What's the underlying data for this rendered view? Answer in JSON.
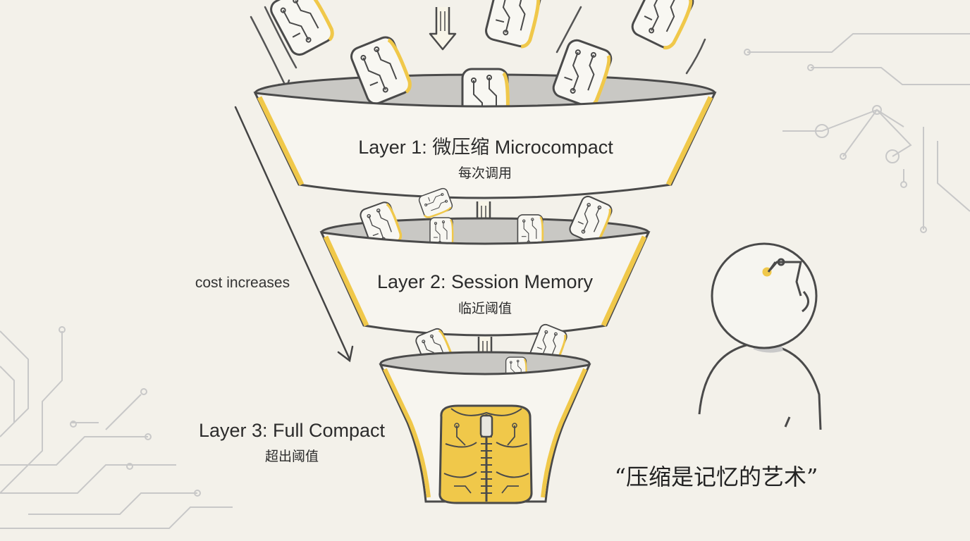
{
  "diagram": {
    "layers": [
      {
        "title": "Layer 1: 微压缩 Microcompact",
        "subtitle": "每次调用"
      },
      {
        "title": "Layer 2: Session Memory",
        "subtitle": "临近阈值"
      },
      {
        "title": "Layer 3: Full Compact",
        "subtitle": "超出阈值"
      }
    ],
    "cost_label": "cost increases",
    "quote": "“压缩是记忆的艺术”"
  },
  "colors": {
    "accent": "#f0c84a",
    "ink": "#4a4a4a",
    "funnel_fill": "#f7f5ef",
    "funnel_inner": "#c9c8c4",
    "circuit": "#c8c8c8"
  },
  "icons": [
    "memory-card-icon",
    "down-arrow-icon",
    "zipped-block-icon",
    "thinking-person-icon",
    "circuit-trace-icon"
  ]
}
